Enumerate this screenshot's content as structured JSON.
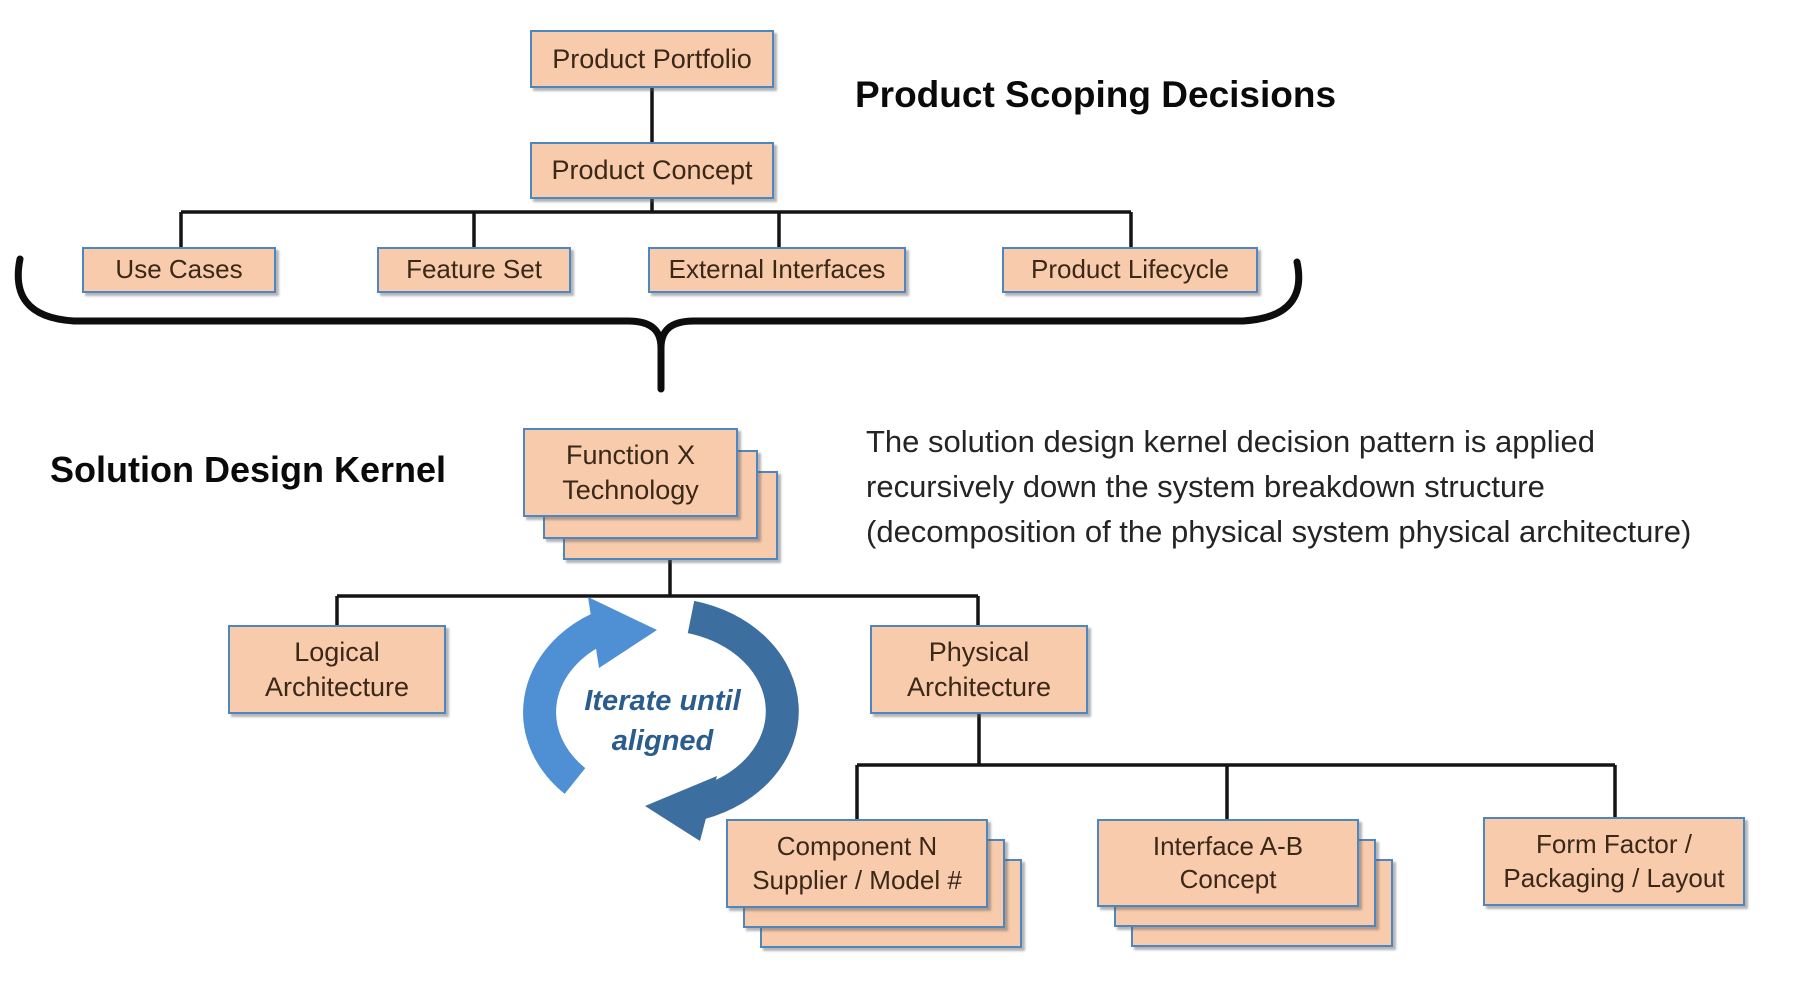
{
  "titles": {
    "product_scoping": "Product Scoping Decisions",
    "solution_kernel": "Solution Design Kernel"
  },
  "description": {
    "line1": "The solution design kernel decision pattern is applied",
    "line2": "recursively down the system breakdown structure",
    "line3": "(decomposition of the physical system physical architecture)"
  },
  "boxes": {
    "product_portfolio": "Product Portfolio",
    "product_concept": "Product Concept",
    "use_cases": "Use Cases",
    "feature_set": "Feature Set",
    "external_interfaces": "External Interfaces",
    "product_lifecycle": "Product Lifecycle",
    "function_stack": {
      "line1": "Function X",
      "line2": "Technology"
    },
    "logical_architecture": {
      "line1": "Logical",
      "line2": "Architecture"
    },
    "physical_architecture": {
      "line1": "Physical",
      "line2": "Architecture"
    },
    "component_stack": {
      "line1": "Component N",
      "line2": "Supplier / Model #"
    },
    "interface_stack": {
      "line1": "Interface A-B",
      "line2": "Concept"
    },
    "form_factor": {
      "line1": "Form Factor /",
      "line2": "Packaging / Layout"
    }
  },
  "cycle": {
    "line1": "Iterate until",
    "line2": "aligned"
  },
  "colors": {
    "box_fill": "#f8cbad",
    "box_border": "#4e86c0",
    "box_text": "#3b2817",
    "connector": "#141414",
    "brace": "#0d0d0d",
    "arrow_light": "#4f90d5",
    "arrow_dark": "#3c6e9f",
    "cycle_text": "#2b5c8e",
    "title_text": "#0a0a0a",
    "paragraph_text": "#242424"
  }
}
